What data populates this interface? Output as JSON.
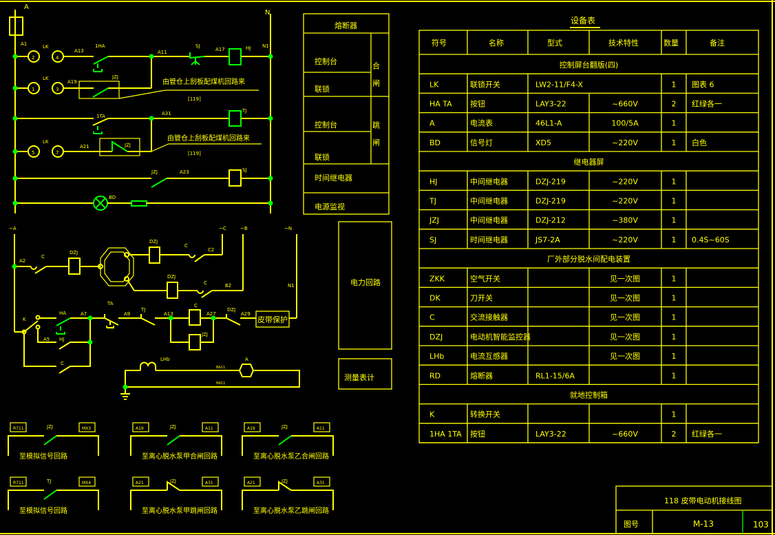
{
  "colors": {
    "background": "#000000",
    "line": "#ffff00",
    "contact_and_node": "#00ff00"
  },
  "control_circuit": {
    "phase": "A",
    "neutral": "N",
    "row1": {
      "wire_a1": "A1",
      "switch": "LK",
      "t1": "2",
      "t2": "4",
      "wire_a13": "A13",
      "button": "1HA",
      "wire_a11": "A11",
      "timer_contact": "SJ",
      "wire_a17": "A17",
      "coil": "HJ",
      "wire_n1": "N1"
    },
    "row2": {
      "switch": "LK",
      "t1": "1",
      "t2": "3",
      "wire": "A19",
      "contact": "JZJ",
      "note": "由管仓上刮板配煤机回路来",
      "ref": "[119]"
    },
    "row3": {
      "button": "1TA",
      "wire": "A31",
      "coil": "TJ"
    },
    "row4": {
      "switch": "LK",
      "t1": "5",
      "t2": "7",
      "wire": "A21",
      "contact": "JZJ",
      "note": "由管仓上刮板配煤机回路来",
      "ref": "[119]"
    },
    "row5": {
      "contact": "JZJ",
      "wire": "A23",
      "coil": "SJ"
    },
    "row6": {
      "lamp": "BD"
    }
  },
  "legend_box": {
    "fuse": "熔断器",
    "close_group": "合闸",
    "trip_group": "跳闸",
    "console1": "控制台",
    "interlock1": "联锁",
    "console2": "控制台",
    "interlock2": "联锁",
    "time_relay": "时间继电器",
    "power_monitor": "电源监视"
  },
  "power_circuit": {
    "phase_a": "~A",
    "phase_c": "~C",
    "phase_b": "~B",
    "phase_n": "~N",
    "wire_a2": "A2",
    "contactor_a": "C",
    "monitor_a": "DZJ",
    "monitor_c": "DZJ",
    "contactor_c": "C",
    "wire_c2": "C2",
    "monitor_b": "DZJ",
    "contactor_b": "C",
    "wire_b2": "B2",
    "wire_n1": "N1",
    "selector": "K",
    "button_ha": "HA",
    "wire_a7": "A7",
    "button_ta": "TA",
    "wire_a9": "A9",
    "contact_tj": "TJ",
    "wire_a13": "A13",
    "coil_c": "C",
    "wire_a27": "A27",
    "contact_dzj": "DZJ",
    "wire_a29": "A29",
    "belt_protection": "皮带保护",
    "wire_a5": "A5",
    "contact_hj": "HJ",
    "coil_jzj": "JZJ",
    "contact_c": "C",
    "ct": "LHb",
    "ammeter": "A",
    "wire_ba11": "BA11",
    "wire_n411": "N411",
    "power_loop_label": "电力回路",
    "metering_label": "测量表计"
  },
  "output_contacts": [
    {
      "left": "R711",
      "contact": "JZJ",
      "right": "MX3",
      "caption": "至模拟信号回路"
    },
    {
      "left": "A19",
      "contact": "JZJ",
      "right": "A11",
      "caption": "至离心脱水泵甲合闸回路"
    },
    {
      "left": "A19",
      "contact": "JZJ",
      "right": "A11",
      "caption": "至离心脱水泵乙合闸回路"
    },
    {
      "left": "R711",
      "contact": "TJ",
      "right": "MX4",
      "caption": "至模拟信号回路"
    },
    {
      "left": "A21",
      "contact": "JZJ",
      "right": "A31",
      "caption": "至离心脱水泵甲跳闸回路"
    },
    {
      "left": "A21",
      "contact": "JZJ",
      "right": "A31",
      "caption": "至离心脱水泵乙跳闸回路"
    }
  ],
  "equipment_table": {
    "title": "设备表",
    "headers": [
      "符号",
      "名称",
      "型式",
      "技术特性",
      "数量",
      "备注"
    ],
    "rows": [
      {
        "section": "控制屏台翻版(四)"
      },
      {
        "cells": [
          "LK",
          "联锁开关",
          "LW2-11/F4-X",
          "",
          "1",
          "图表  6"
        ],
        "merge_model": true
      },
      {
        "cells": [
          "HA TA",
          "按钮",
          "LAY3-22",
          "~660V",
          "2",
          "红绿各一"
        ]
      },
      {
        "cells": [
          "A",
          "电流表",
          "46L1-A",
          "100/5A",
          "1",
          ""
        ]
      },
      {
        "cells": [
          "BD",
          "信号灯",
          "XD5",
          "~220V",
          "1",
          "白色"
        ]
      },
      {
        "section": "继电器屏"
      },
      {
        "cells": [
          "HJ",
          "中间继电器",
          "DZJ-219",
          "~220V",
          "1",
          ""
        ]
      },
      {
        "cells": [
          "TJ",
          "中间继电器",
          "DZJ-219",
          "~220V",
          "1",
          ""
        ]
      },
      {
        "cells": [
          "JZJ",
          "中间继电器",
          "DZJ-212",
          "~380V",
          "1",
          ""
        ]
      },
      {
        "cells": [
          "SJ",
          "时间继电器",
          "JS7-2A",
          "~220V",
          "1",
          "0.4S~60S"
        ]
      },
      {
        "section": "厂外部分脱水间配电装置"
      },
      {
        "cells": [
          "ZKK",
          "空气开关",
          "",
          "见一次图",
          "1",
          ""
        ]
      },
      {
        "cells": [
          "DK",
          "刀开关",
          "",
          "见一次图",
          "1",
          ""
        ]
      },
      {
        "cells": [
          "C",
          "交流接触器",
          "",
          "见一次图",
          "1",
          ""
        ]
      },
      {
        "cells": [
          "DZJ",
          "电动机智能监控器",
          "",
          "见一次图",
          "1",
          ""
        ]
      },
      {
        "cells": [
          "LHb",
          "电流互感器",
          "",
          "见一次图",
          "1",
          ""
        ]
      },
      {
        "cells": [
          "RD",
          "熔断器",
          "RL1-15/6A",
          "",
          "1",
          ""
        ]
      },
      {
        "section": "就地控制箱"
      },
      {
        "cells": [
          "K",
          "转换开关",
          "",
          "",
          "1",
          ""
        ]
      },
      {
        "cells": [
          "1HA 1TA",
          "按钮",
          "LAY3-22",
          "~660V",
          "2",
          "红绿各一"
        ]
      }
    ]
  },
  "title_block": {
    "drawing_title": "118 皮带电动机接线图",
    "drawing_no_label": "图号",
    "drawing_no": "M-13",
    "sheet": "103"
  }
}
